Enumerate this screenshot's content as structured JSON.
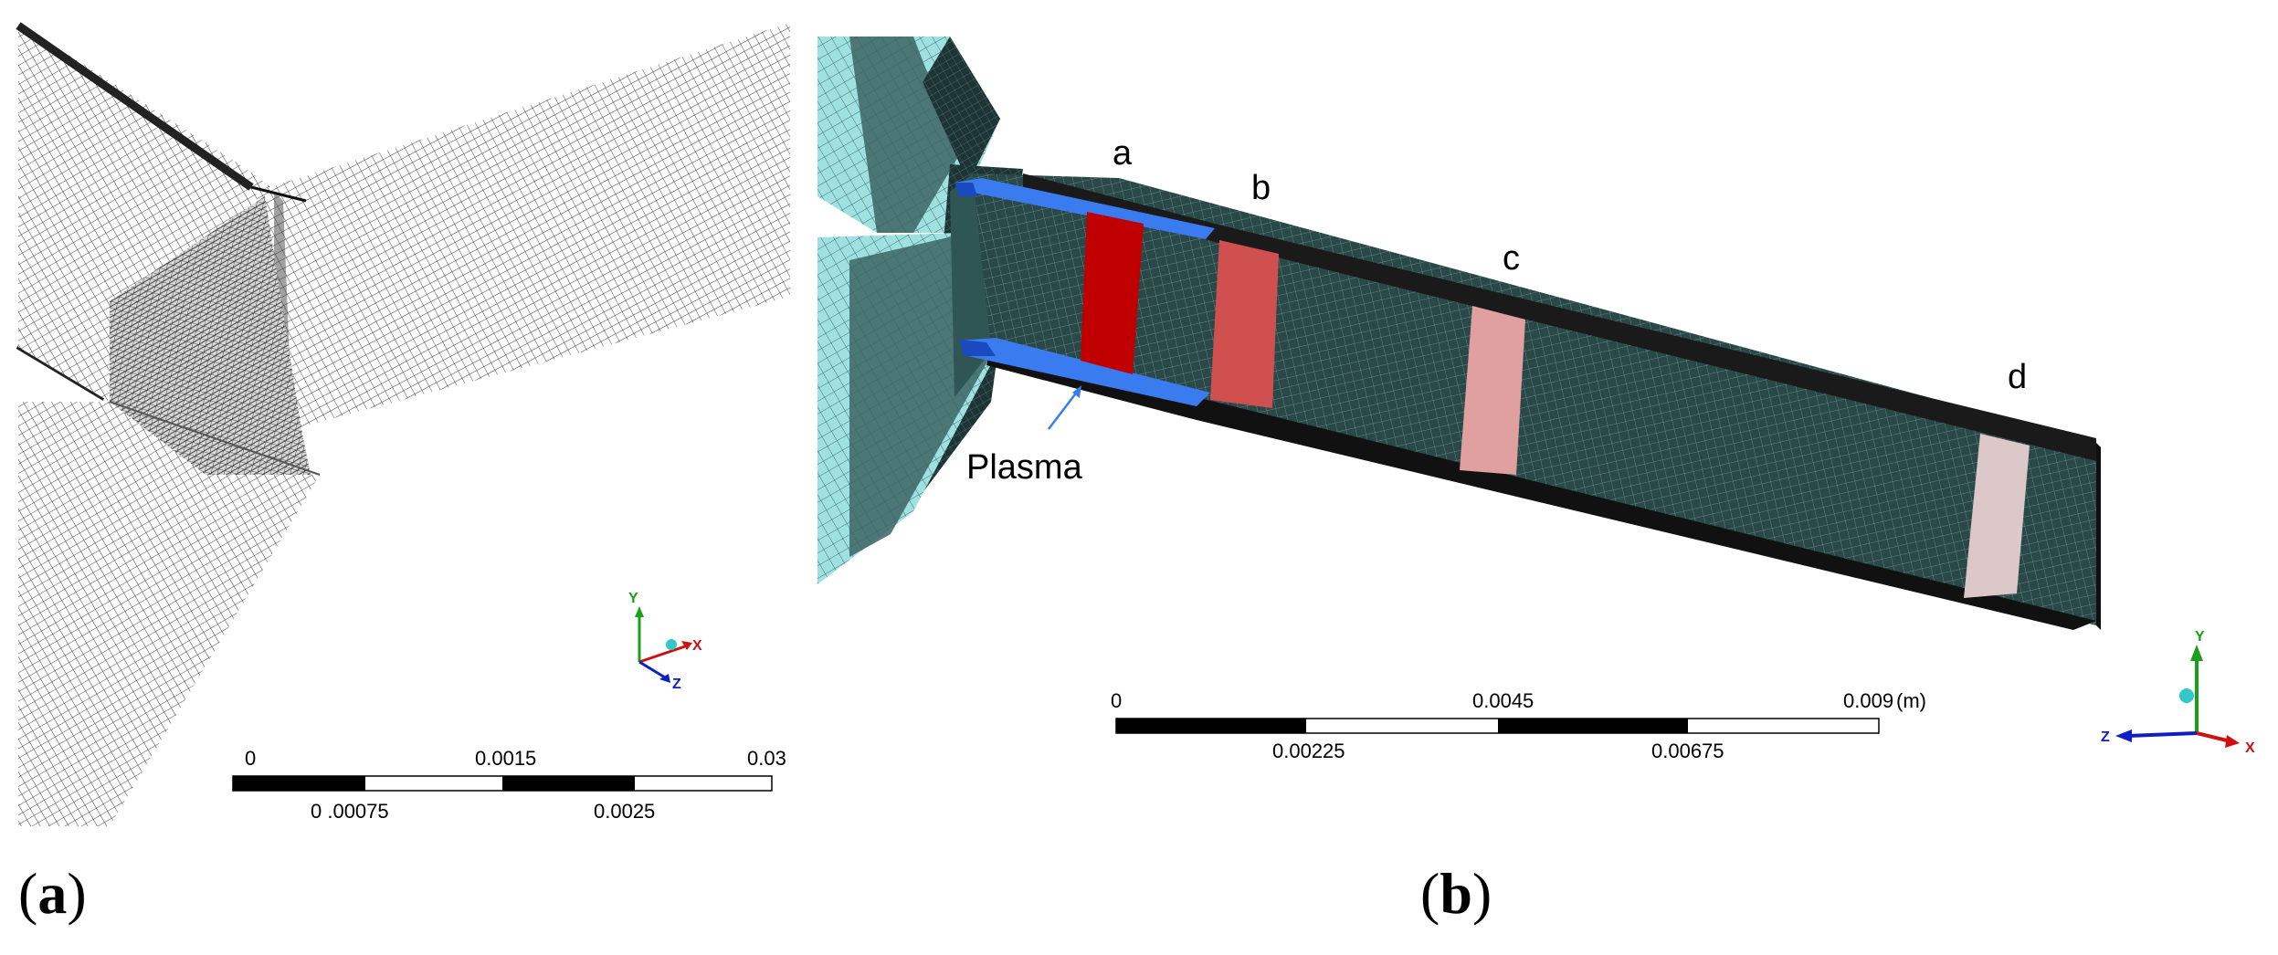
{
  "panel_a": {
    "label_open": "(",
    "label_letter": "a",
    "label_close": ")",
    "scale_top_ticks": [
      "0",
      "0.0015",
      "0.03"
    ],
    "scale_bottom_ticks": [
      "0 .00075",
      "0.0025"
    ],
    "axis_labels": {
      "y": "Y",
      "x": "X",
      "z": "Z"
    }
  },
  "panel_b": {
    "label_open": "(",
    "label_letter": "b",
    "label_close": ")",
    "section_labels": [
      "a",
      "b",
      "c",
      "d"
    ],
    "section_colors": [
      "#c00000",
      "#d05050",
      "#e0a0a0",
      "#dcc8c8"
    ],
    "plasma_label": "Plasma",
    "plasma_color": "#3a7cf0",
    "mesh_color": "#2b4848",
    "mesh_light_color": "#9fe0e0",
    "scale_top_ticks": [
      "0",
      "0.0045",
      "0.009"
    ],
    "scale_unit": "(m)",
    "scale_bottom_ticks": [
      "0.00225",
      "0.00675"
    ],
    "axis_labels": {
      "y": "Y",
      "x": "X",
      "z": "Z"
    }
  }
}
